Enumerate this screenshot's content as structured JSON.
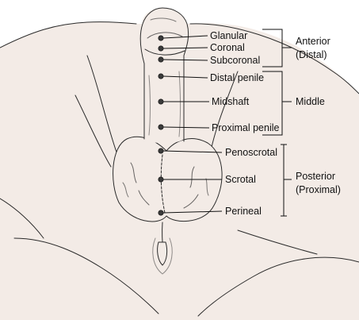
{
  "colors": {
    "skin": "#f3ebe6",
    "ink": "#2a2a2a",
    "text": "#111111",
    "background": "#ffffff"
  },
  "sites": [
    {
      "id": "glanular",
      "label": "Glanular"
    },
    {
      "id": "coronal",
      "label": "Coronal"
    },
    {
      "id": "subcoronal",
      "label": "Subcoronal"
    },
    {
      "id": "distal-penile",
      "label": "Distal penile"
    },
    {
      "id": "midshaft",
      "label": "Midshaft"
    },
    {
      "id": "proximal-penile",
      "label": "Proximal penile"
    },
    {
      "id": "penoscrotal",
      "label": "Penoscrotal"
    },
    {
      "id": "scrotal",
      "label": "Scrotal"
    },
    {
      "id": "perineal",
      "label": "Perineal"
    }
  ],
  "groups": {
    "anterior": {
      "line1": "Anterior",
      "line2": "(Distal)"
    },
    "middle": {
      "line1": "Middle"
    },
    "posterior": {
      "line1": "Posterior",
      "line2": "(Proximal)"
    }
  }
}
